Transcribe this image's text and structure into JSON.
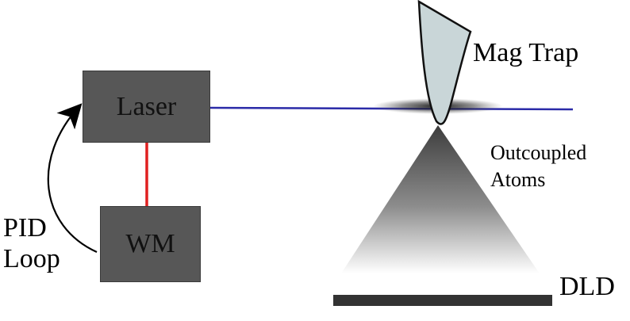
{
  "labels": {
    "laser": "Laser",
    "wm": "WM",
    "pid_line1": "PID",
    "pid_line2": "Loop",
    "mag_trap": "Mag Trap",
    "outcoupled_line1": "Outcoupled",
    "outcoupled_line2": "Atoms",
    "dld": "DLD"
  },
  "colors": {
    "box_fill": "#575757",
    "laser_beam": "#2b2ba8",
    "fiber_link": "#e02020",
    "trap_fill": "#c9d6d8",
    "detector": "#333333"
  }
}
